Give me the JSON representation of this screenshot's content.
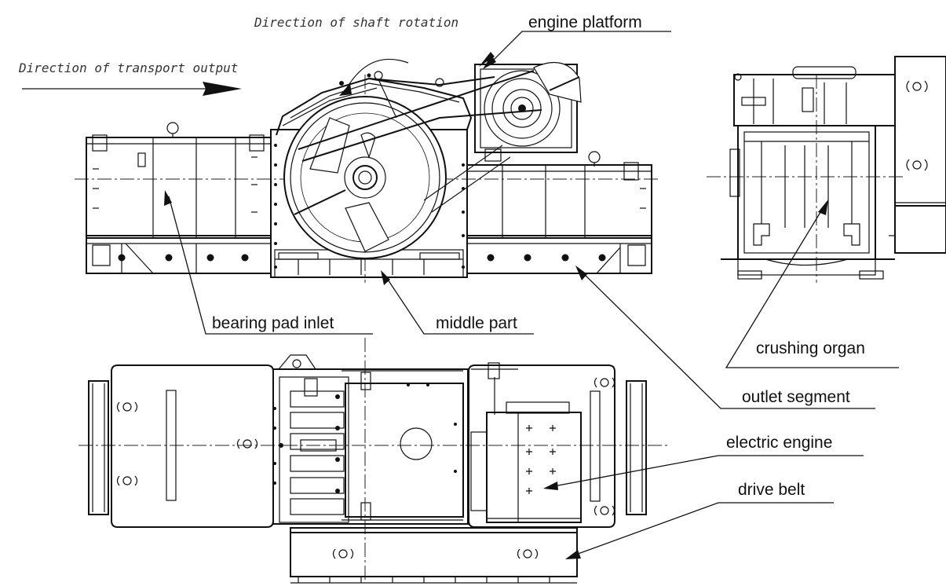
{
  "annotations": {
    "shaft_rotation": "Direction of shaft rotation",
    "transport_output": "Direction of transport output"
  },
  "labels": {
    "engine_platform": "engine platform",
    "bearing_pad_inlet": "bearing pad inlet",
    "middle_part": "middle part",
    "crushing_organ": "crushing organ",
    "outlet_segment": "outlet segment",
    "electric_engine": "electric engine",
    "drive_belt": "drive belt"
  }
}
